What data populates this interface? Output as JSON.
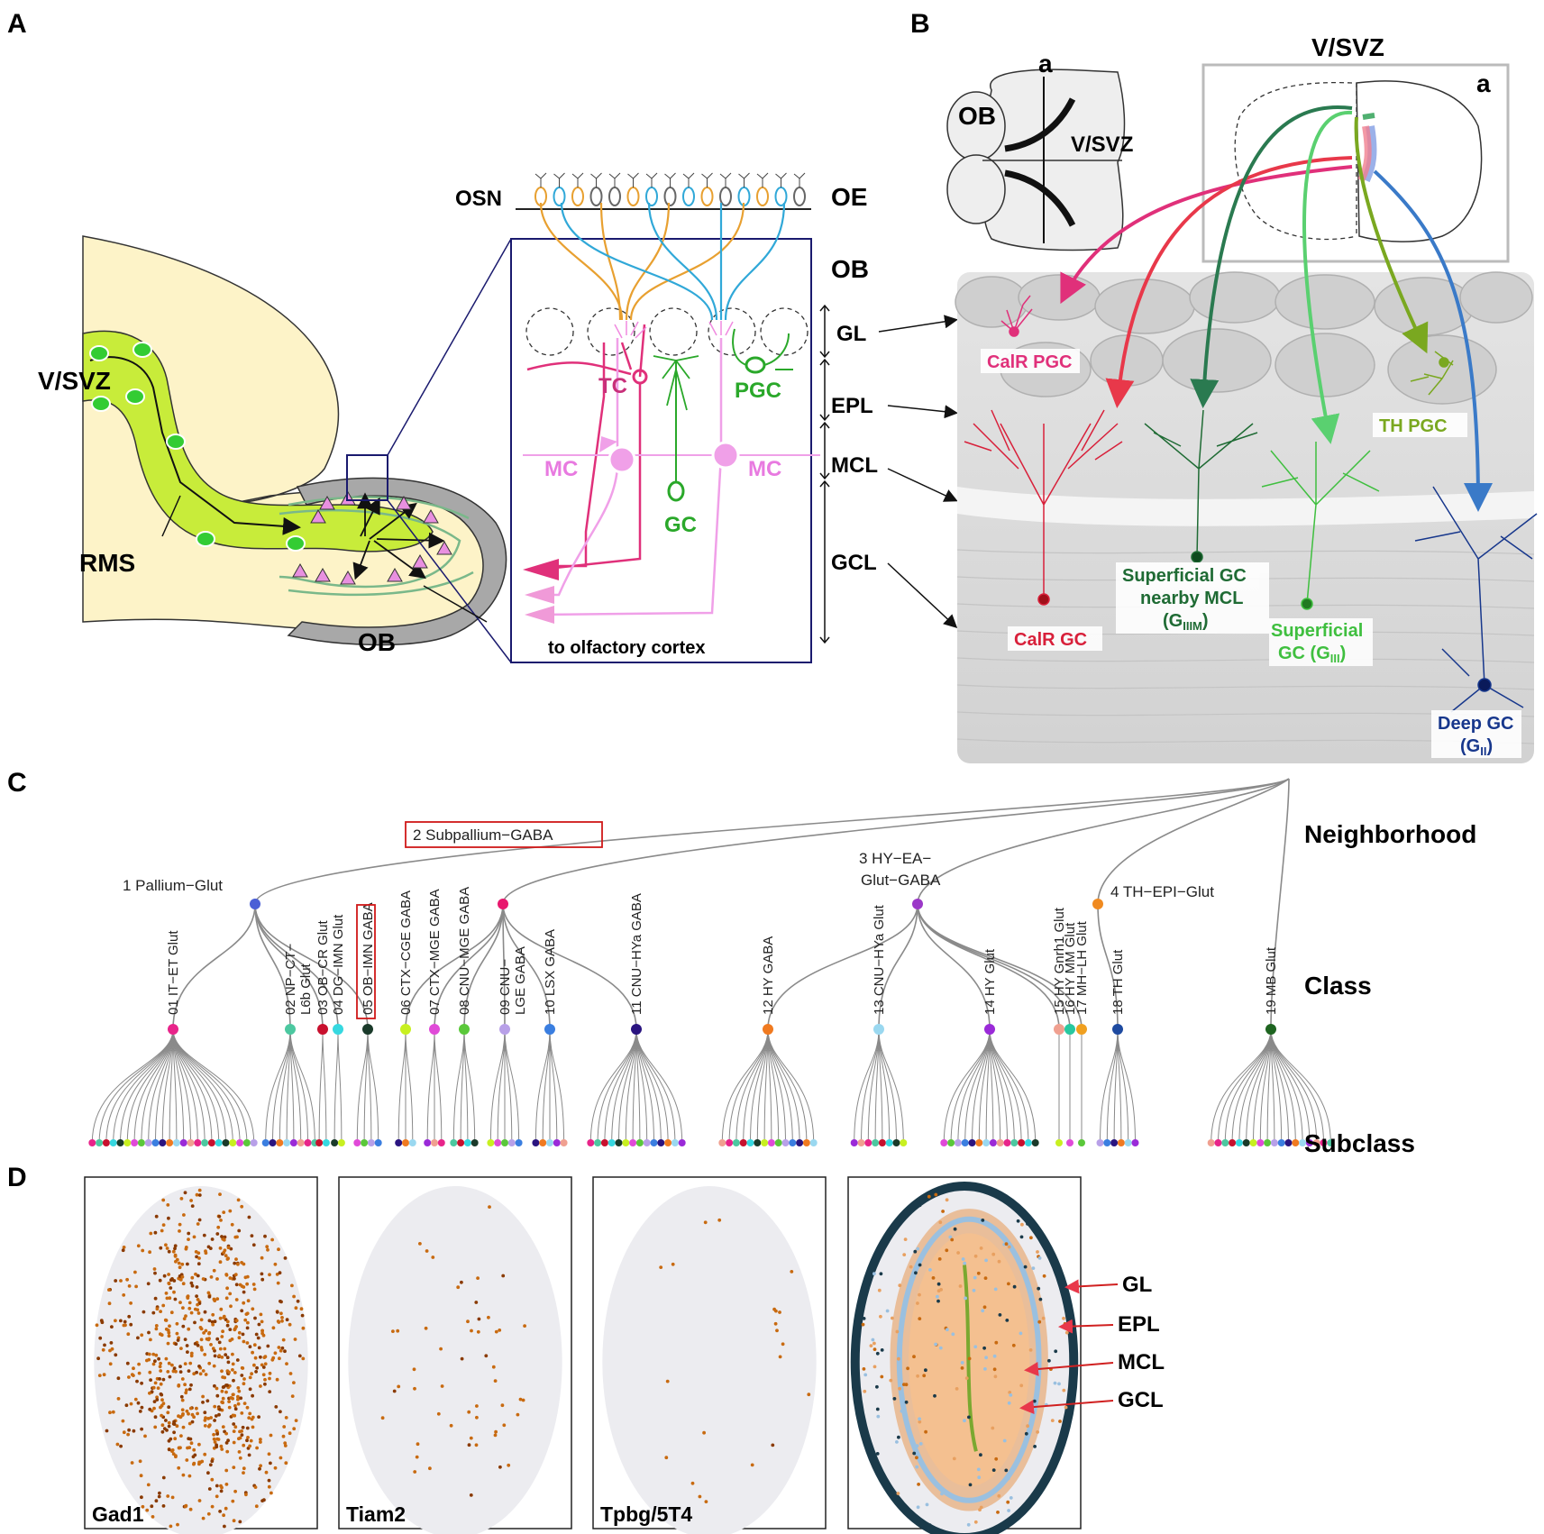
{
  "panels": {
    "a": "A",
    "b": "B",
    "c": "C",
    "d": "D"
  },
  "panelA": {
    "vsvz": "V/SVZ",
    "rms": "RMS",
    "ob": "OB",
    "osn": "OSN",
    "oe": "OE",
    "ob_right": "OB",
    "layers": [
      "GL",
      "EPL",
      "MCL",
      "GCL"
    ],
    "tc": "TC",
    "pgc": "PGC",
    "mc_left": "MC",
    "mc_right": "MC",
    "gc": "GC",
    "to_cortex": "to olfactory cortex"
  },
  "panelB": {
    "ob": "OB",
    "a_top": "a",
    "vsvz_brain": "V/SVZ",
    "vsvz_top": "V/SVZ",
    "a_box": "a",
    "calr_pgc": "CalR PGC",
    "th_pgc": "TH PGC",
    "calr_gc": "CalR GC",
    "sgc_mcl_1": "Superficial GC",
    "sgc_mcl_2": "nearby MCL",
    "sgc_mcl_3": "(G",
    "sgc_mcl_sub": "IIIM",
    "sgc_mcl_close": ")",
    "sgc_1": "Superficial",
    "sgc_2": "GC (G",
    "sgc_sub": "III",
    "sgc_close": ")",
    "deep_1": "Deep GC",
    "deep_2": "(G",
    "deep_sub": "II",
    "deep_close": ")",
    "colors": {
      "calr_pgc": "#e0307a",
      "calr_gc": "#d8203a",
      "gm": "#1f6b34",
      "gs": "#3fbf3f",
      "th": "#7aa820",
      "deep": "#17378c"
    }
  },
  "panelC": {
    "levels": {
      "neighborhood": "Neighborhood",
      "class": "Class",
      "subclass": "Subclass"
    },
    "neighborhoods": [
      {
        "label": "1 Pallium−Glut",
        "color": "#4a5fd6"
      },
      {
        "label": "2 Subpallium−GABA",
        "color": "#e8186e",
        "boxed": true
      },
      {
        "label_1": "3 HY−EA−",
        "label_2": "Glut−GABA",
        "color": "#9b38c8"
      },
      {
        "label": "4 TH−EPI−Glut",
        "color": "#f08a20"
      }
    ],
    "classes": [
      {
        "label": "01 IT−ET Glut",
        "color": "#e8248a",
        "n": 1,
        "subclasses": 24
      },
      {
        "label": "02 NP−CT−",
        "label2": "L6b Glut",
        "color": "#4cc8a0",
        "n": 1,
        "subclasses": 8
      },
      {
        "label": "03 OB−CR Glut",
        "color": "#c8102e",
        "n": 1,
        "subclasses": 2
      },
      {
        "label": "04 DG−IMN Glut",
        "color": "#36d8e0",
        "n": 1,
        "subclasses": 2
      },
      {
        "label": "05 OB−IMN GABA",
        "color": "#1a3a2a",
        "n": 1,
        "subclasses": 4,
        "boxed": true
      },
      {
        "label": "06 CTX−CGE GABA",
        "color": "#c8f020",
        "n": 2,
        "subclasses": 3
      },
      {
        "label": "07 CTX−MGE GABA",
        "color": "#e04ad8",
        "n": 2,
        "subclasses": 3
      },
      {
        "label": "08 CNU−MGE GABA",
        "color": "#5ac83a",
        "n": 2,
        "subclasses": 4
      },
      {
        "label": "09 CNU−",
        "label2": "LGE GABA",
        "color": "#b8a0e8",
        "n": 2,
        "subclasses": 5
      },
      {
        "label": "10 LSX GABA",
        "color": "#3a7ee0",
        "n": 2,
        "subclasses": 5
      },
      {
        "label": "11 CNU−HYa GABA",
        "color": "#2a1480",
        "n": 2,
        "subclasses": 14
      },
      {
        "label": "12 HY GABA",
        "color": "#f07a20",
        "n": 3,
        "subclasses": 14
      },
      {
        "label": "13 CNU−HYa Glut",
        "color": "#9ad8f0",
        "n": 3,
        "subclasses": 8
      },
      {
        "label": "14 HY Glut",
        "color": "#9a2ad8",
        "n": 3,
        "subclasses": 14
      },
      {
        "label": "15 HY Gnrh1 Glut",
        "color": "#f0a090",
        "n": 3,
        "subclasses": 1
      },
      {
        "label": "16 HY MM Glut",
        "color": "#28c8a0",
        "n": 3,
        "subclasses": 1
      },
      {
        "label": "17 MH−LH Glut",
        "color": "#f0a020",
        "n": 3,
        "subclasses": 1
      },
      {
        "label": "18 TH Glut",
        "color": "#1e4aa0",
        "n": 4,
        "subclasses": 6
      },
      {
        "label": "19 MB Glut",
        "color": "#1e6420",
        "n": 0,
        "subclasses": 18
      }
    ]
  },
  "panelD": {
    "maps": [
      {
        "label": "Gad1",
        "density": 0.95
      },
      {
        "label": "Tiam2",
        "density": 0.35
      },
      {
        "label": "Tpbg/5T4",
        "density": 0.3
      },
      {
        "label": ""
      }
    ],
    "layers": [
      "GL",
      "EPL",
      "MCL",
      "GCL"
    ],
    "colors": {
      "dot": "#c86a10",
      "gray": "#cfcfd8"
    }
  }
}
